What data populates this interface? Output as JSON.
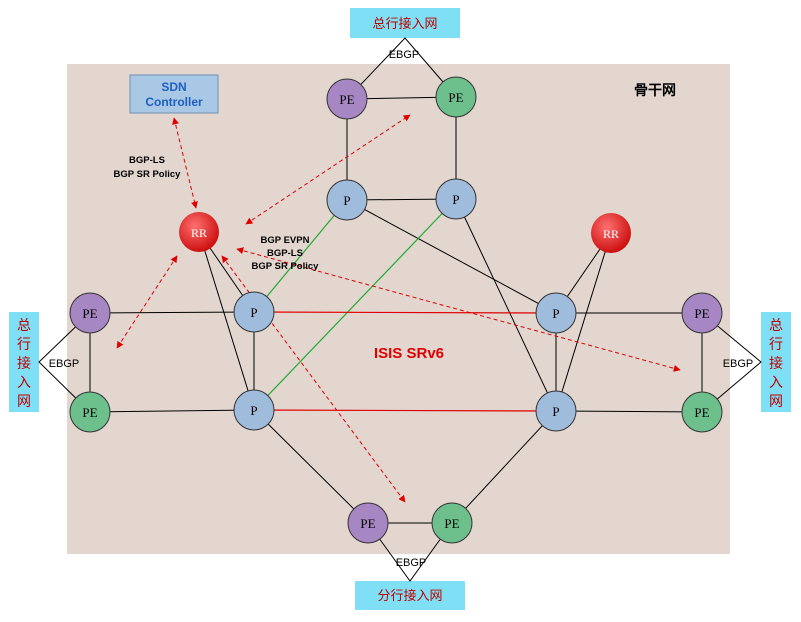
{
  "backbone": {
    "title": "骨干网"
  },
  "sdn": {
    "line1": "SDN",
    "line2": "Controller"
  },
  "center_label": "ISIS SRv6",
  "sdn_links": {
    "line1": "BGP-LS",
    "line2": "BGP SR Policy"
  },
  "rr_links": {
    "line1": "BGP EVPN",
    "line2": "BGP-LS",
    "line3": "BGP SR Policy"
  },
  "access": {
    "top": "总行接入网",
    "bottom": "分行接入网",
    "left": "总行接入网",
    "right": "总行接入网"
  },
  "ebgp": {
    "top": "EBGP",
    "bottom": "EBGP",
    "left": "EBGP",
    "right": "EBGP"
  },
  "nodes": {
    "pe": "PE",
    "p": "P",
    "rr": "RR"
  },
  "colors": {
    "backbone_bg": "#e2d6cf",
    "access_box": "#7fe0f5",
    "pe_purple": "#a786c4",
    "pe_green": "#6dc08c",
    "p_node": "#9fbcdc",
    "rr_node": "#e02828",
    "sdn_box": "#a9c8e6",
    "srv6_line": "#e00000",
    "te_line": "#22aa33",
    "bgp_arrow": "#e00000"
  }
}
